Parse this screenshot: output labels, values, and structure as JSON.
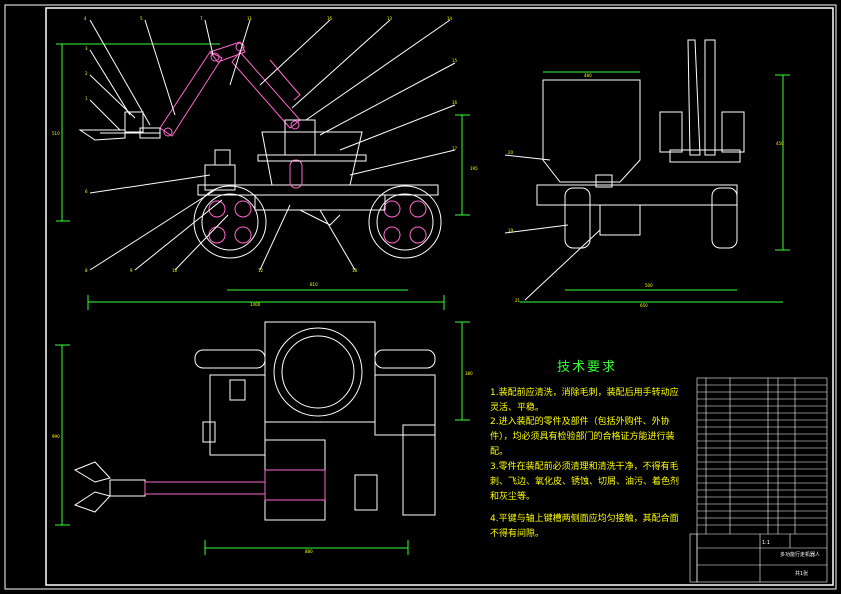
{
  "drawing": {
    "requirements_title": "技术要求",
    "requirements": [
      "1.装配前应清洗，消除毛刺，装配后用手转动应灵活、平稳。",
      "2.进入装配的零件及部件（包括外购件、外协件），均必须具有检验部门的合格证方能进行装配。",
      "3.零件在装配前必须清理和清洗干净，不得有毛刺、飞边、氧化皮、锈蚀、切屑、油污、着色剂和灰尘等。",
      "4.平键与轴上键槽两侧面应均匀接触，其配合面不得有间隙。"
    ],
    "title_block": {
      "name": "多功能行走机器人",
      "scale": "1:1",
      "sheet": "共1张"
    },
    "colors": {
      "outline": "#ffffff",
      "dimension": "#33ff33",
      "part": "#ffffff",
      "highlight": "#ff66cc",
      "leader": "#ffffff",
      "text": "#ffff00",
      "hopper": "#ffffff"
    }
  }
}
